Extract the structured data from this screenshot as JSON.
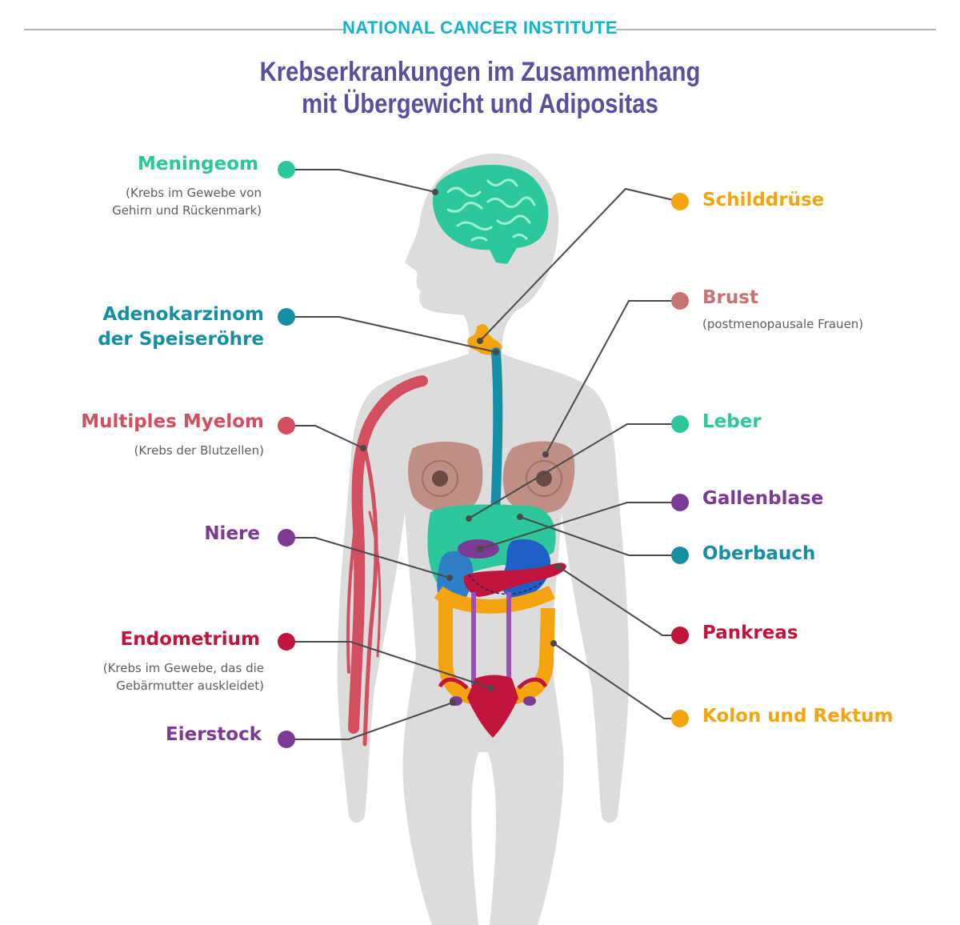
{
  "header": {
    "organization": "NATIONAL CANCER INSTITUTE",
    "title_line1": "Krebserkrankungen im Zusammenhang",
    "title_line2": "mit Übergewicht und Adipositas"
  },
  "colors": {
    "title": "#5b4e9e",
    "organization": "#13b3c9",
    "body": "#dcdcdc",
    "connector": "#4a4a4a"
  },
  "labels": {
    "meningeom": {
      "name": "Meningeom",
      "note_line1": "(Krebs im Gewebe von",
      "note_line2": "Gehirn und Rückenmark)",
      "color": "#2cc79a"
    },
    "speiseroehre": {
      "name_line1": "Adenokarzinom",
      "name_line2": "der Speiseröhre",
      "color": "#168fa5"
    },
    "myelom": {
      "name": "Multiples Myelom",
      "note": "(Krebs der Blutzellen)",
      "color": "#d34f60"
    },
    "niere": {
      "name": "Niere",
      "color": "#7b3a93"
    },
    "endometrium": {
      "name": "Endometrium",
      "note_line1": "(Krebs im Gewebe, das die",
      "note_line2": "Gebärmutter auskleidet)",
      "color": "#c0143c"
    },
    "eierstock": {
      "name": "Eierstock",
      "color": "#7b3a93"
    },
    "schilddruese": {
      "name": "Schilddrüse",
      "color": "#f4a40f"
    },
    "brust": {
      "name": "Brust",
      "note": "(postmenopausale Frauen)",
      "color": "#c67472"
    },
    "leber": {
      "name": "Leber",
      "color": "#2cc79a"
    },
    "gallenblase": {
      "name": "Gallenblase",
      "color": "#7b3a93"
    },
    "oberbauch": {
      "name": "Oberbauch",
      "color": "#168fa5"
    },
    "pankreas": {
      "name": "Pankreas",
      "color": "#c0143c"
    },
    "kolon": {
      "name": "Kolon und Rektum",
      "color": "#f4a40f"
    }
  }
}
